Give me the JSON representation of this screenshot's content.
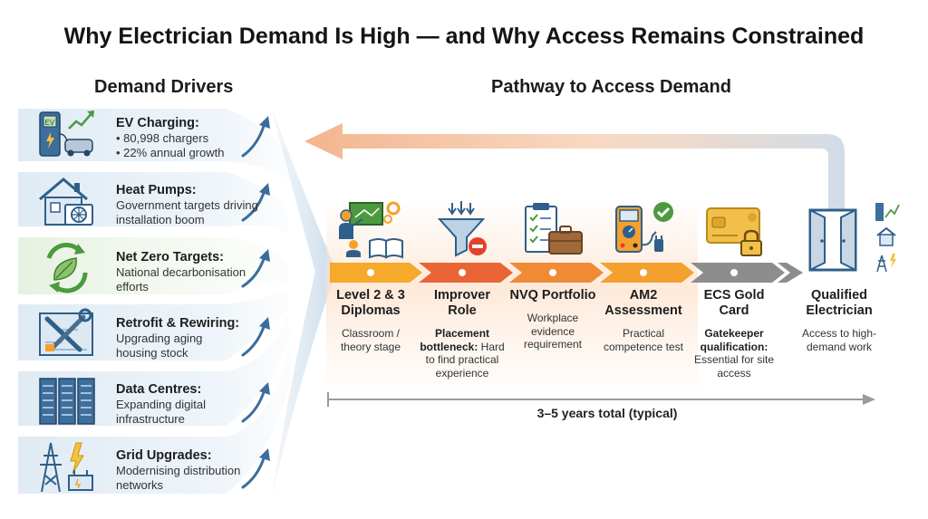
{
  "title": "Why Electrician Demand Is High — and Why Access Remains Constrained",
  "left_heading": "Demand Drivers",
  "right_heading": "Pathway to Access Demand",
  "drivers": [
    {
      "name": "EV Charging:",
      "lines": [
        "• 80,998 chargers",
        "• 22% annual growth"
      ],
      "icon": "ev-charger-icon"
    },
    {
      "name": "Heat Pumps:",
      "lines": [
        "Government targets driving",
        "installation boom"
      ],
      "icon": "house-heat-pump-icon"
    },
    {
      "name": "Net Zero Targets:",
      "lines": [
        "National decarbonisation",
        "efforts"
      ],
      "icon": "recycle-leaf-icon"
    },
    {
      "name": "Retrofit & Rewiring:",
      "lines": [
        "Upgrading aging",
        "housing stock"
      ],
      "icon": "tools-blueprint-icon"
    },
    {
      "name": "Data Centres:",
      "lines": [
        "Expanding digital",
        "infrastructure"
      ],
      "icon": "server-rack-icon"
    },
    {
      "name": "Grid Upgrades:",
      "lines": [
        "Modernising distribution",
        "networks"
      ],
      "icon": "power-pylon-icon"
    }
  ],
  "stages": [
    {
      "name": "Level 2 & 3 Diplomas",
      "desc_bold": "",
      "desc": "Classroom / theory stage",
      "icon": "teacher-classroom-icon"
    },
    {
      "name": "Improver Role",
      "desc_bold": "Placement bottleneck:",
      "desc": "Hard to find practical experience",
      "icon": "funnel-stop-icon"
    },
    {
      "name": "NVQ Portfolio",
      "desc_bold": "",
      "desc": "Workplace evidence requirement",
      "icon": "clipboard-briefcase-icon"
    },
    {
      "name": "AM2 Assessment",
      "desc_bold": "",
      "desc": "Practical competence test",
      "icon": "multimeter-check-icon"
    },
    {
      "name": "ECS Gold Card",
      "desc_bold": "Gatekeeper qualification:",
      "desc": "Essential for site access",
      "icon": "gold-card-lock-icon"
    }
  ],
  "outcome": {
    "name": "Qualified Electrician",
    "desc": "Access to high-demand work",
    "icon": "open-door-icon"
  },
  "duration_label": "3–5 years total (typical)",
  "colors": {
    "stage1": "#f6a92a",
    "stage2": "#ea6536",
    "stage3": "#f08a35",
    "stage4": "#f4a02e",
    "stage5": "#8d8d8d",
    "icon_blue": "#2f5f8a",
    "icon_green": "#4c9a3f",
    "return_arrow": "#f2b48a"
  }
}
